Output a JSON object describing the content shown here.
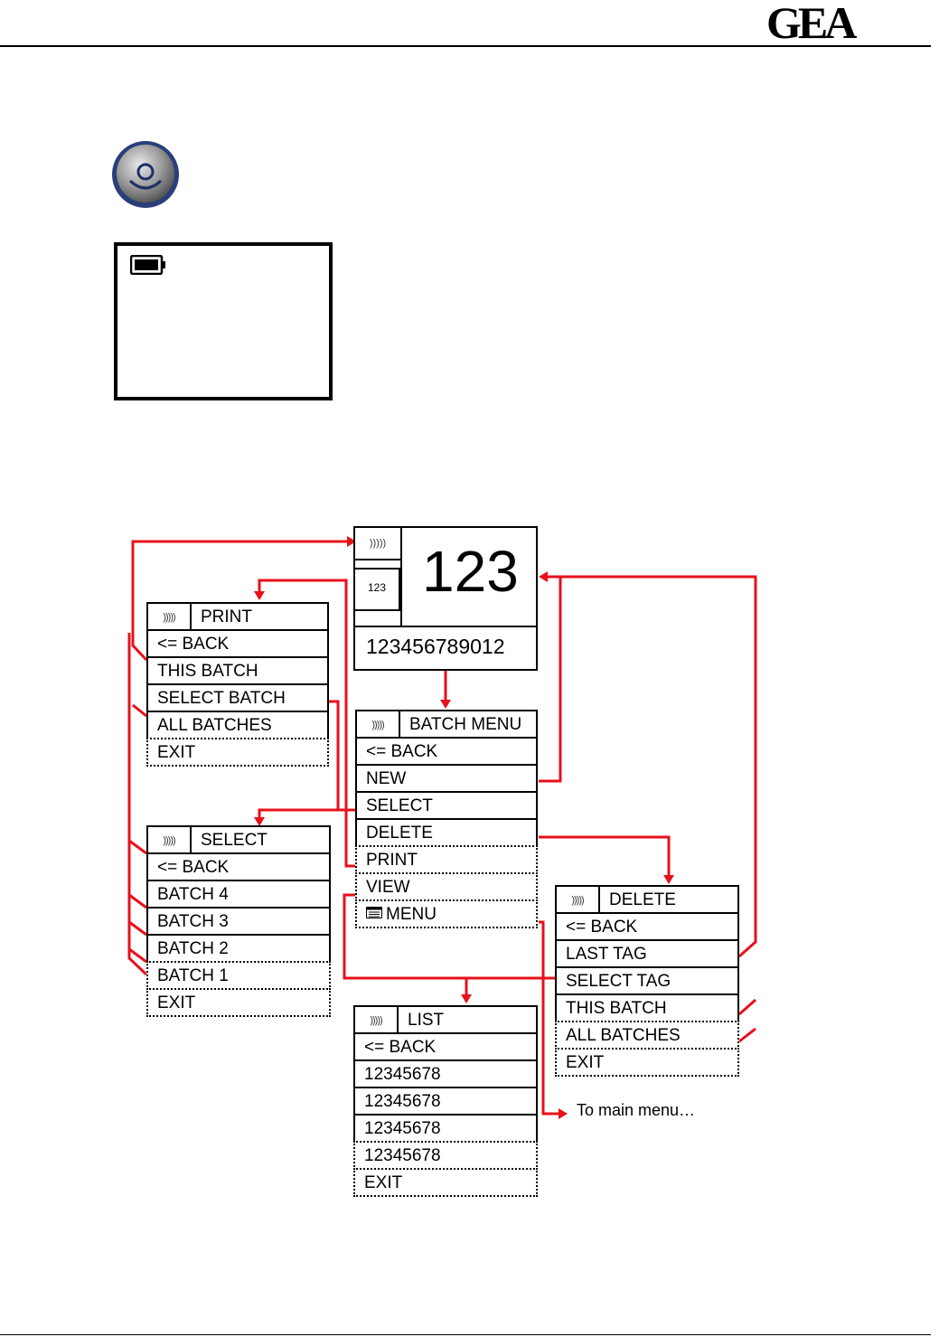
{
  "brand": {
    "logo_text": "GEA"
  },
  "tag_screen": {
    "signal": ")))))",
    "mini": "123",
    "big_number": "123",
    "tag_number": "123456789012"
  },
  "print_menu": {
    "signal": ")))))",
    "title": "PRINT",
    "items": [
      "<= BACK",
      "THIS BATCH",
      "SELECT BATCH",
      "ALL BATCHES",
      "EXIT"
    ]
  },
  "batch_menu": {
    "signal": ")))))",
    "title": "BATCH MENU",
    "items": [
      "<= BACK",
      "NEW",
      "SELECT",
      "DELETE",
      "PRINT",
      "VIEW",
      "MENU"
    ]
  },
  "select_menu": {
    "signal": ")))))",
    "title": "SELECT",
    "items": [
      "<= BACK",
      "BATCH 4",
      "BATCH 3",
      "BATCH 2",
      "BATCH 1",
      "EXIT"
    ]
  },
  "delete_menu": {
    "signal": ")))))",
    "title": "DELETE",
    "items": [
      "<= BACK",
      "LAST TAG",
      "SELECT TAG",
      "THIS BATCH",
      "ALL BATCHES",
      "EXIT"
    ]
  },
  "list_menu": {
    "signal": ")))))",
    "title": "LIST",
    "items": [
      "<= BACK",
      "12345678",
      "12345678",
      "12345678",
      "12345678",
      "EXIT"
    ]
  },
  "note": "To main menu…",
  "colors": {
    "link": "#e8101a"
  }
}
